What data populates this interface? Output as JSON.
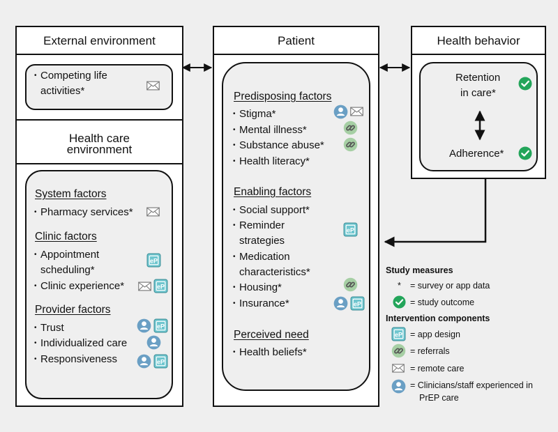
{
  "external": {
    "title": "External environment",
    "item_line1": "Competing life",
    "item_line2": "activities*"
  },
  "healthcare": {
    "title_line1": "Health care",
    "title_line2": "environment",
    "system_heading": "System factors",
    "pharmacy": "Pharmacy services*",
    "clinic_heading": "Clinic factors",
    "appointment_line1": "Appointment",
    "appointment_line2": "scheduling*",
    "clinic_experience": "Clinic experience*",
    "provider_heading": "Provider factors",
    "trust": "Trust",
    "individualized": "Individualized care",
    "responsiveness": "Responsiveness"
  },
  "patient": {
    "title": "Patient",
    "predisposing_heading": "Predisposing factors",
    "stigma": "Stigma*",
    "mental": "Mental illness*",
    "substance": "Substance abuse*",
    "literacy": "Health literacy*",
    "enabling_heading": "Enabling factors",
    "social": "Social support*",
    "reminder_line1": "Reminder",
    "reminder_line2": "strategies",
    "medication_line1": "Medication",
    "medication_line2": "characteristics*",
    "housing": "Housing*",
    "insurance": "Insurance*",
    "perceived_heading": "Perceived need",
    "beliefs": "Health beliefs*"
  },
  "behavior": {
    "title": "Health behavior",
    "retention_line1": "Retention",
    "retention_line2": "in care*",
    "adherence": "Adherence*"
  },
  "legend": {
    "measures_heading": "Study measures",
    "asterisk_symbol": "*",
    "asterisk_label": "= survey or app data",
    "outcome_label": "= study outcome",
    "components_heading": "Intervention components",
    "app_label": "= app design",
    "referrals_label": "= referrals",
    "remote_label": "= remote care",
    "clinician_line1": "= Clinicians/staff experienced in",
    "clinician_line2": "PrEP care"
  },
  "icon_text": {
    "app": "eP"
  },
  "colors": {
    "app": "#6fc6cf",
    "referral": "#a6cfa4",
    "clinician": "#6a9fc4",
    "outcome": "#23a55a",
    "border": "#111111",
    "panel": "#efefef"
  }
}
